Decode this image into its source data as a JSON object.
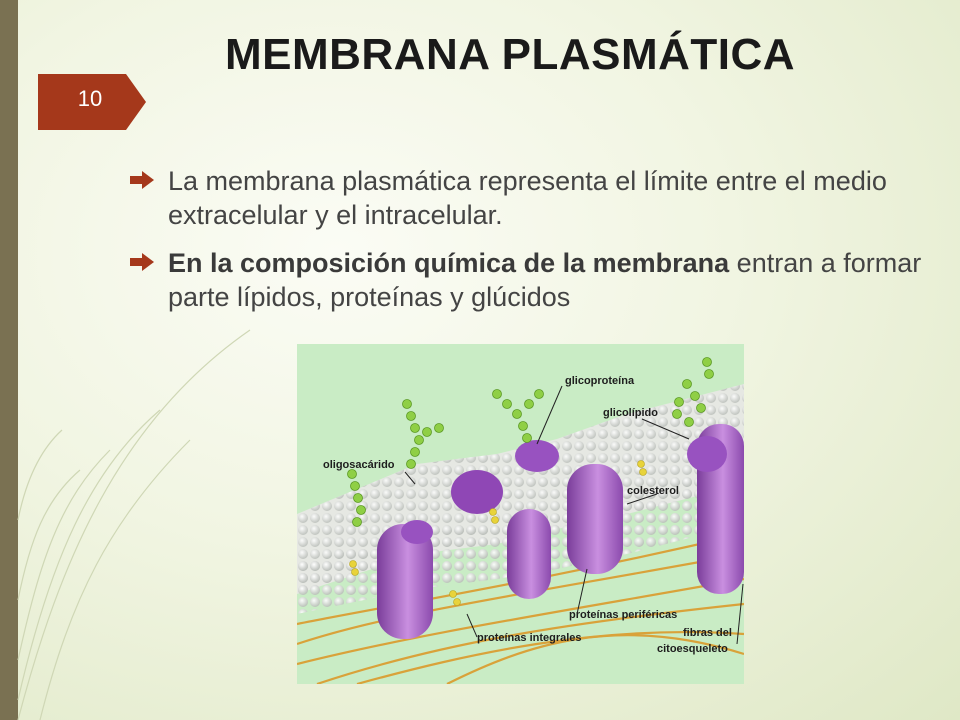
{
  "slide": {
    "title": "MEMBRANA PLASMÁTICA",
    "page_number": "10",
    "accent_color": "#a5381b",
    "bullet_color": "#a5381b"
  },
  "bullets": [
    {
      "text_bold": "",
      "text": " La membrana plasmática representa el límite entre el medio extracelular y el intracelular."
    },
    {
      "text_bold": "En la composición química de la membrana",
      "text": " entran a formar parte lípidos, proteínas y glúcidos"
    }
  ],
  "figure": {
    "labels": {
      "glicoproteina": "glicoproteína",
      "glicolipido": "glicolípido",
      "oligosacarido": "oligosacárido",
      "colesterol": "colesterol",
      "proteinas_perifericas": "proteínas periféricas",
      "proteinas_integrales": "proteínas integrales",
      "fibras_line1": "fibras del",
      "fibras_line2": "citoesqueleto"
    }
  }
}
